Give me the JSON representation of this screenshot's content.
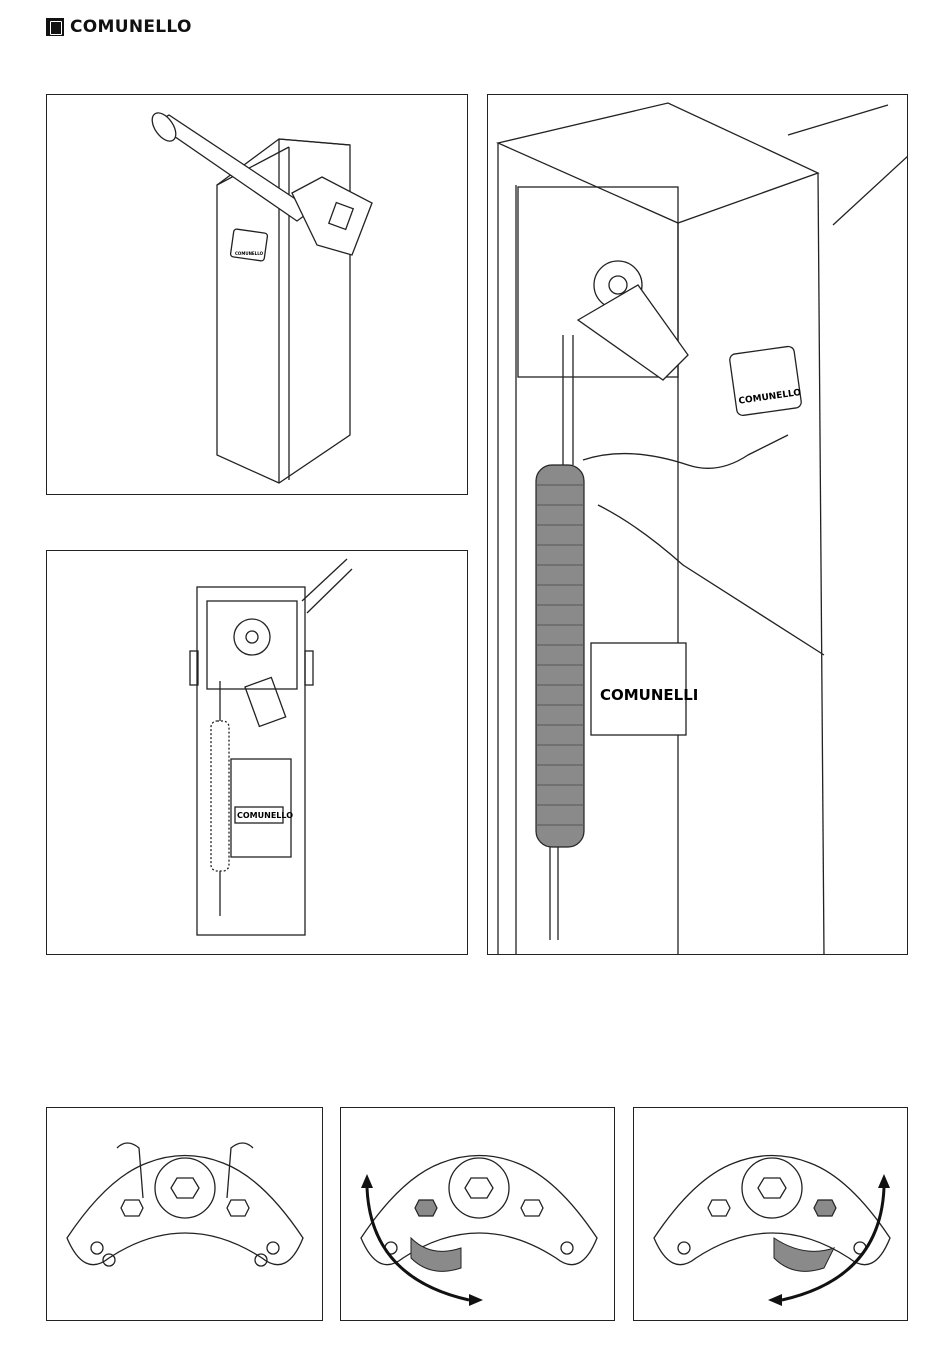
{
  "header": {
    "brand": "COMUNELLO"
  },
  "figures": [
    {
      "id": "barrier-overview",
      "sticker": "COMUNELLO"
    },
    {
      "id": "barrier-open-cabinet",
      "sticker": "COMUNELLO"
    },
    {
      "id": "spring-adjustment",
      "sticker": "COMUNELLO",
      "front_label": "COMUNELLI"
    },
    {
      "id": "lever-neutral"
    },
    {
      "id": "lever-rotate-left"
    },
    {
      "id": "lever-rotate-right"
    }
  ],
  "colors": {
    "line": "#222222",
    "shade": "#8a8a8a",
    "panel_border": "#222222"
  }
}
